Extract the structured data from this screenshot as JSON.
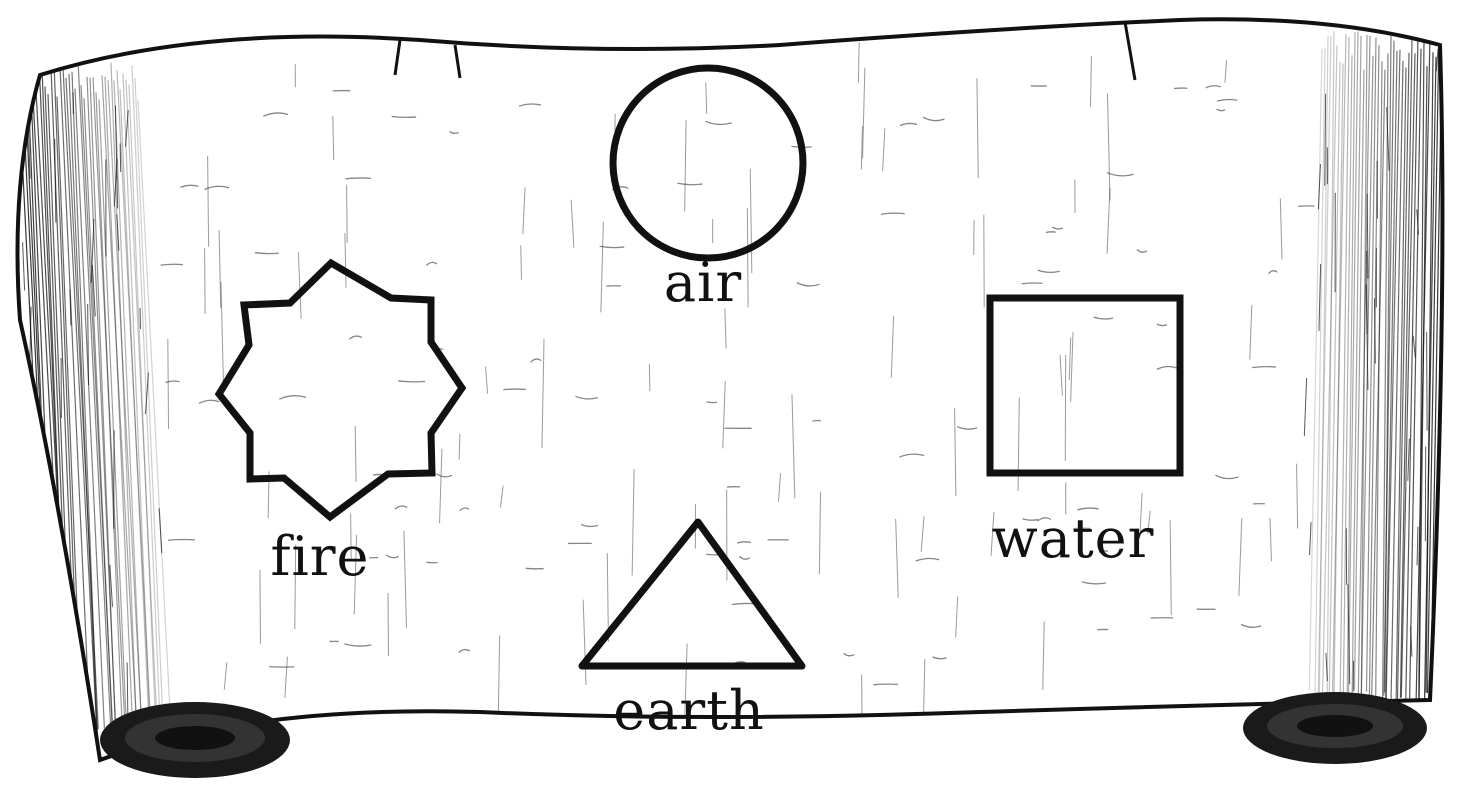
{
  "elements": [
    {
      "id": "air",
      "label": "air",
      "symbol": "circle-icon"
    },
    {
      "id": "fire",
      "label": "fire",
      "symbol": "eight-point-star-icon"
    },
    {
      "id": "water",
      "label": "water",
      "symbol": "square-icon"
    },
    {
      "id": "earth",
      "label": "earth",
      "symbol": "triangle-icon"
    }
  ],
  "colors": {
    "ink": "#111111",
    "parchment": "#ffffff"
  }
}
